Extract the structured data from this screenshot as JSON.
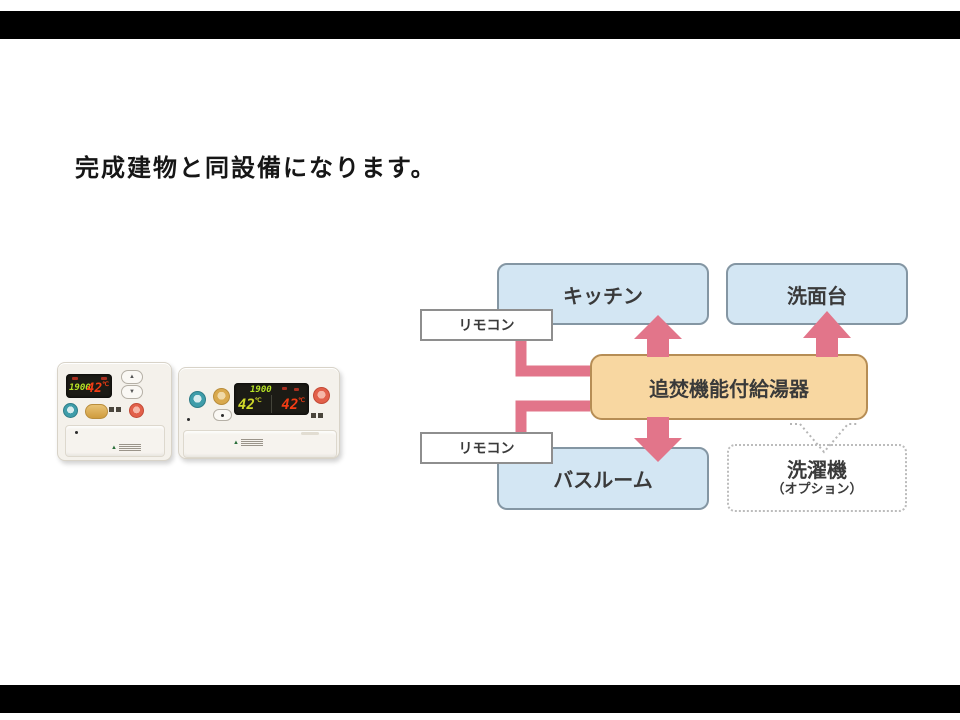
{
  "letterbox": {
    "color": "#000000"
  },
  "title": {
    "text": "完成建物と同設備になります。"
  },
  "diagram": {
    "nodes": {
      "kitchen": {
        "label": "キッチン"
      },
      "washstand": {
        "label": "洗面台"
      },
      "heater": {
        "label": "追焚機能付給湯器"
      },
      "bathroom": {
        "label": "バスルーム"
      },
      "washer": {
        "label": "洗濯機",
        "note": "（オプション）"
      },
      "remote_top": {
        "label": "リモコン"
      },
      "remote_bottom": {
        "label": "リモコン"
      }
    },
    "colors": {
      "room_fill": "#d3e6f3",
      "room_border": "#8496a3",
      "heater_fill": "#f8d7a1",
      "heater_border": "#b68d55",
      "arrow": "#e2758a",
      "dotted_arrow": "#b5b5b5"
    }
  },
  "remotes": {
    "left": {
      "clock": "1900",
      "temp": "42",
      "unit": "℃"
    },
    "right": {
      "clock": "1900",
      "temp_bath": "42",
      "temp_hot": "42",
      "unit": "℃"
    }
  },
  "icons": {
    "up_arrow": "▲",
    "down_arrow": "▼",
    "logo_triangle": "▲"
  }
}
